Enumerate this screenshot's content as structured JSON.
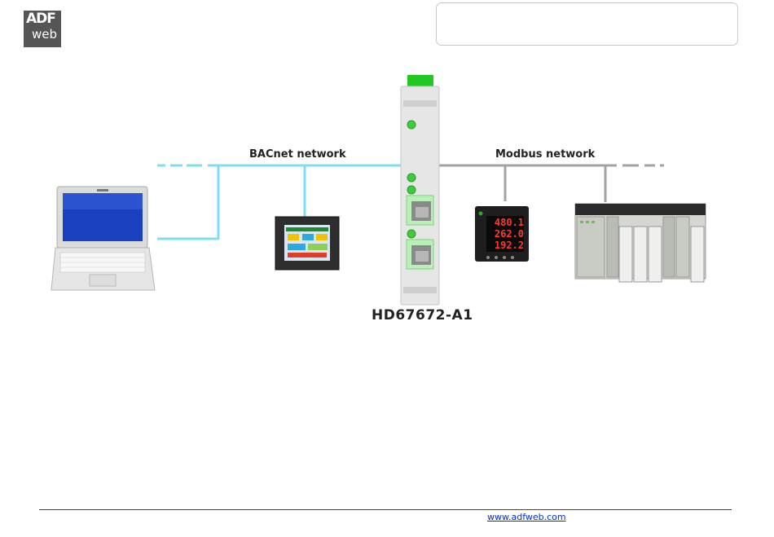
{
  "logo": {
    "line1": "ADF",
    "line2": "web"
  },
  "diagram": {
    "left_network_label": "BACnet network",
    "right_network_label": "Modbus network",
    "device_model": "HD67672-A1"
  },
  "meter_readings": [
    "480.1",
    "262.0",
    "192.2"
  ],
  "footer": {
    "link_text": "www.adfweb.com"
  },
  "colors": {
    "bacnet_line": "#7fdff2",
    "modbus_line": "#a3a3a3",
    "footer_rule": "#1f4e6b",
    "led": "#3ccc3c"
  }
}
